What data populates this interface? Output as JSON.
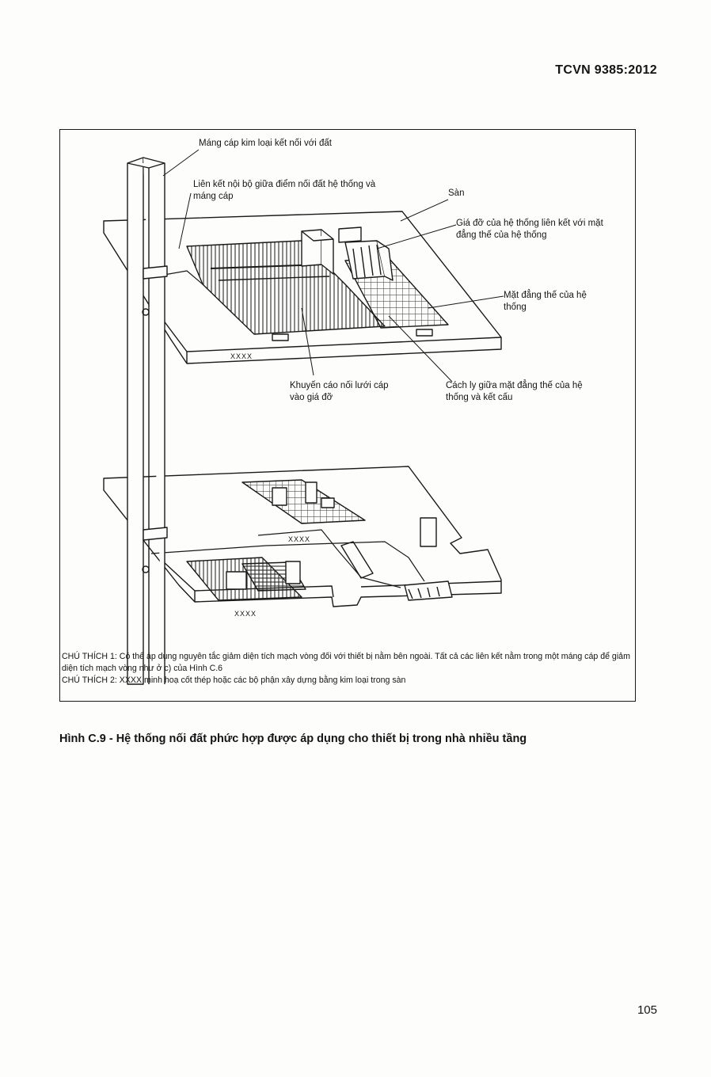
{
  "header": {
    "standard_code": "TCVN 9385:2012"
  },
  "figure": {
    "labels": {
      "metal_cable_tray": "Máng cáp kim loại kết nối với đất",
      "internal_bonding": "Liên kết nội bộ giữa điểm nối đất hệ thống và máng cáp",
      "floor": "Sàn",
      "system_support": "Giá đỡ của hệ thống liên kết với mặt đẳng thế của hệ thống",
      "equipotential_plane": "Mặt đẳng thế của hệ thống",
      "mesh_recommendation": "Khuyến cáo nối lưới cáp vào giá đỡ",
      "isolation": "Cách ly giữa mặt đẳng thế của hệ thống và kết cấu",
      "rebar_mark": "XXXX"
    },
    "notes": {
      "note1": "CHÚ THÍCH 1: Có thể áp dụng nguyên tắc giảm diện tích mạch vòng đối với thiết bị nằm bên ngoài. Tất cả các liên kết nằm trong một máng cáp để giảm diện tích mạch vòng như ở c) của Hình C.6",
      "note2": "CHÚ THÍCH 2: XXXX minh hoạ cốt thép hoặc các bộ phận xây dựng bằng kim loại trong sàn"
    },
    "caption": "Hình C.9 - Hệ thống nối đất phức hợp được áp dụng cho thiết bị trong nhà nhiều tầng"
  },
  "footer": {
    "page_number": "105"
  }
}
